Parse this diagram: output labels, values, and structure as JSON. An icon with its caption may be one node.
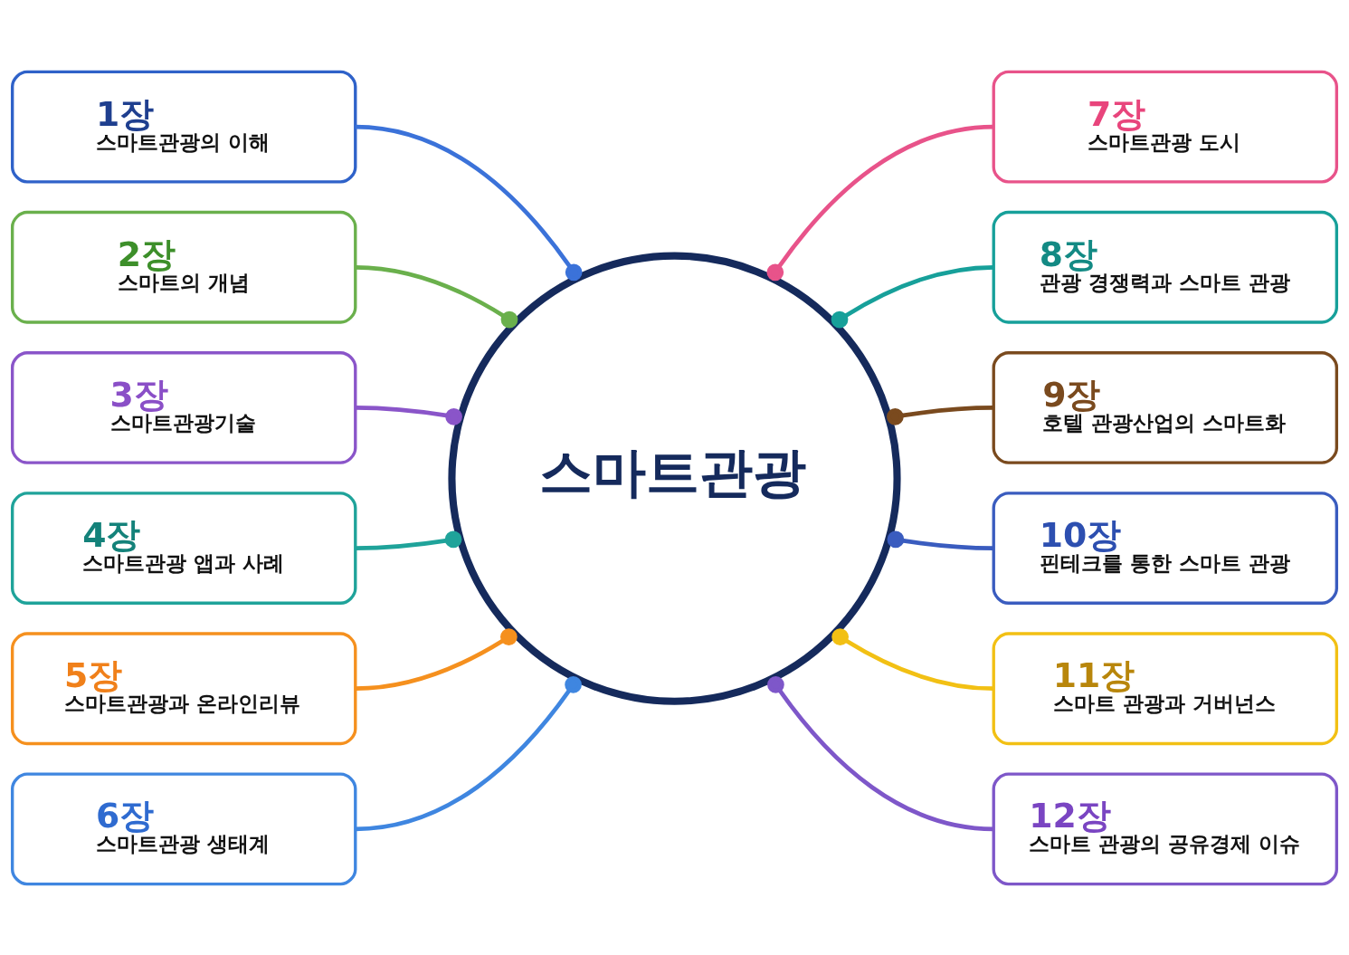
{
  "diagram": {
    "nodes": [
      {
        "text": [
          "스마트관광"
        ]
      },
      {
        "text": [
          "1장",
          "스마트관광의 이해"
        ]
      },
      {
        "text": [
          "2장",
          "스마트의 개념"
        ]
      },
      {
        "text": [
          "3장",
          "스마트관광기술"
        ]
      },
      {
        "text": [
          "4장",
          "스마트관광 앱과 사례"
        ]
      },
      {
        "text": [
          "5장",
          "스마트관광과 온라인리뷰"
        ]
      },
      {
        "text": [
          "6장",
          "스마트관광 생태계"
        ]
      },
      {
        "text": [
          "7장",
          "스마트관광 도시"
        ]
      },
      {
        "text": [
          "8장",
          "관광 경쟁력과 스마트 관광"
        ]
      },
      {
        "text": [
          "9장",
          "호텔 관광산업의 스마트화"
        ]
      },
      {
        "text": [
          "10장",
          "핀테크를 통한 스마트 관광"
        ]
      },
      {
        "text": [
          "11장",
          "스마트 관광과 거버넌스"
        ]
      },
      {
        "text": [
          "12장",
          "스마트 관광의 공유경제 이슈"
        ]
      }
    ],
    "edges": [
      {
        "from": 0,
        "to": 1,
        "arrow": "other",
        "color": "#3b72d9"
      },
      {
        "from": 0,
        "to": 2,
        "arrow": "other",
        "color": "#6ab04c"
      },
      {
        "from": 0,
        "to": 3,
        "arrow": "other",
        "color": "#8a55c9"
      },
      {
        "from": 0,
        "to": 4,
        "arrow": "other",
        "color": "#1fa39a"
      },
      {
        "from": 0,
        "to": 5,
        "arrow": "other",
        "color": "#f5901e"
      },
      {
        "from": 0,
        "to": 6,
        "arrow": "other",
        "color": "#3f86e0"
      },
      {
        "from": 0,
        "to": 7,
        "arrow": "other",
        "color": "#e8538a"
      },
      {
        "from": 0,
        "to": 8,
        "arrow": "other",
        "color": "#17a09a"
      },
      {
        "from": 0,
        "to": 9,
        "arrow": "other",
        "color": "#7a4a1e"
      },
      {
        "from": 0,
        "to": 10,
        "arrow": "other",
        "color": "#3a5cbf"
      },
      {
        "from": 0,
        "to": 11,
        "arrow": "other",
        "color": "#f2c014"
      },
      {
        "from": 0,
        "to": 12,
        "arrow": "other",
        "color": "#7e57c9"
      }
    ]
  }
}
